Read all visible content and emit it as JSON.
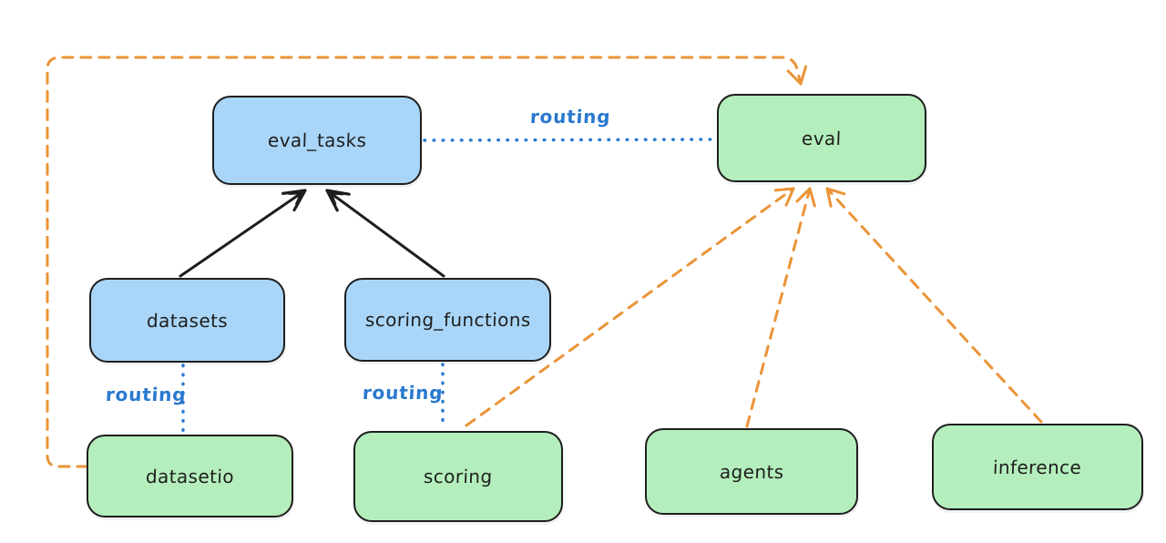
{
  "nodes": {
    "eval_tasks": {
      "label": "eval_tasks",
      "color": "blue"
    },
    "eval": {
      "label": "eval",
      "color": "green"
    },
    "datasets": {
      "label": "datasets",
      "color": "blue"
    },
    "scoring_functions": {
      "label": "scoring_functions",
      "color": "blue"
    },
    "datasetio": {
      "label": "datasetio",
      "color": "green"
    },
    "scoring": {
      "label": "scoring",
      "color": "green"
    },
    "agents": {
      "label": "agents",
      "color": "green"
    },
    "inference": {
      "label": "inference",
      "color": "green"
    }
  },
  "edges": [
    {
      "id": "datasets-to-eval_tasks",
      "from": "datasets",
      "to": "eval_tasks",
      "style": "solid-arrow",
      "color": "black"
    },
    {
      "id": "scoring_functions-to-eval_tasks",
      "from": "scoring_functions",
      "to": "eval_tasks",
      "style": "solid-arrow",
      "color": "black"
    },
    {
      "id": "eval_tasks-to-eval",
      "from": "eval_tasks",
      "to": "eval",
      "style": "dotted-line",
      "color": "blue",
      "label": "routing"
    },
    {
      "id": "datasets-to-datasetio",
      "from": "datasets",
      "to": "datasetio",
      "style": "dotted-line",
      "color": "blue",
      "label": "routing"
    },
    {
      "id": "scoring_functions-to-scoring",
      "from": "scoring_functions",
      "to": "scoring",
      "style": "dotted-line",
      "color": "blue",
      "label": "routing"
    },
    {
      "id": "datasetio-to-eval",
      "from": "datasetio",
      "to": "eval",
      "style": "dashed-arrow",
      "color": "orange"
    },
    {
      "id": "scoring-to-eval",
      "from": "scoring",
      "to": "eval",
      "style": "dashed-arrow",
      "color": "orange"
    },
    {
      "id": "agents-to-eval",
      "from": "agents",
      "to": "eval",
      "style": "dashed-arrow",
      "color": "orange"
    },
    {
      "id": "inference-to-eval",
      "from": "inference",
      "to": "eval",
      "style": "dashed-arrow",
      "color": "orange"
    }
  ],
  "colors": {
    "background": "#ffffff",
    "node_border": "#1e1e1e",
    "node_blue_fill": "#a9d6f8",
    "node_green_fill": "#b4eebc",
    "text": "#1e1e1e",
    "routing_blue": "#2979cf",
    "arrow_black": "#1e1e1e",
    "arrow_orange": "#eb9437"
  }
}
